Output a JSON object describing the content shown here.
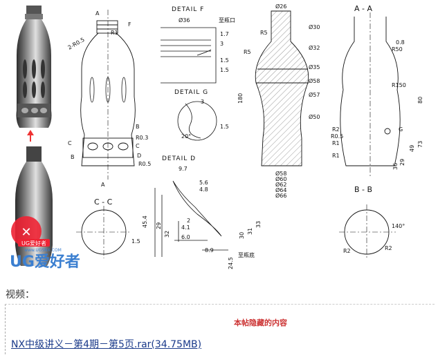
{
  "figure": {
    "detail_f": "DETAIL F",
    "detail_g": "DETAIL G",
    "detail_d": "DETAIL D",
    "section_aa": "A - A",
    "section_bb": "B - B",
    "section_cc": "C - C",
    "dims_main": [
      "R1",
      "F",
      "A",
      "2-R0.5",
      "B",
      "C",
      "R0.3",
      "R0.5",
      "D",
      "A",
      "C",
      "B"
    ],
    "dims_f": [
      "Ø36",
      "1.7",
      "3",
      "1.5",
      "1.5",
      "至瓶口"
    ],
    "dims_g": [
      "3",
      "1.5",
      "20°"
    ],
    "dims_d": [
      "9.7",
      "5.6",
      "4.8",
      "4.1",
      "6.0",
      "45.4",
      "29",
      "32",
      "2",
      "33",
      "31",
      "30",
      "8.9",
      "24.5",
      "至瓶底",
      "1.5"
    ],
    "dims_section": [
      "Ø26",
      "R5",
      "Ø30",
      "Ø32",
      "Ø35",
      "Ø58",
      "Ø57",
      "Ø50",
      "180",
      "Ø58",
      "Ø60",
      "Ø62",
      "Ø64",
      "Ø66",
      "R5",
      "R50",
      "R1",
      "R1",
      "R0.5",
      "R2",
      "G",
      "0.8",
      "R150",
      "80",
      "49",
      "73",
      "29",
      "36",
      "R2",
      "140°",
      "R2"
    ],
    "logo": {
      "text": "UG爱好者",
      "badge_text": "UG爱好者",
      "url_text": "www.UGSNX.COM"
    }
  },
  "video_label": "视频：",
  "hidden_notice": "本帖隐藏的内容",
  "download_link": "NX中级讲义－第4期－第5页.rar(34.75MB)"
}
